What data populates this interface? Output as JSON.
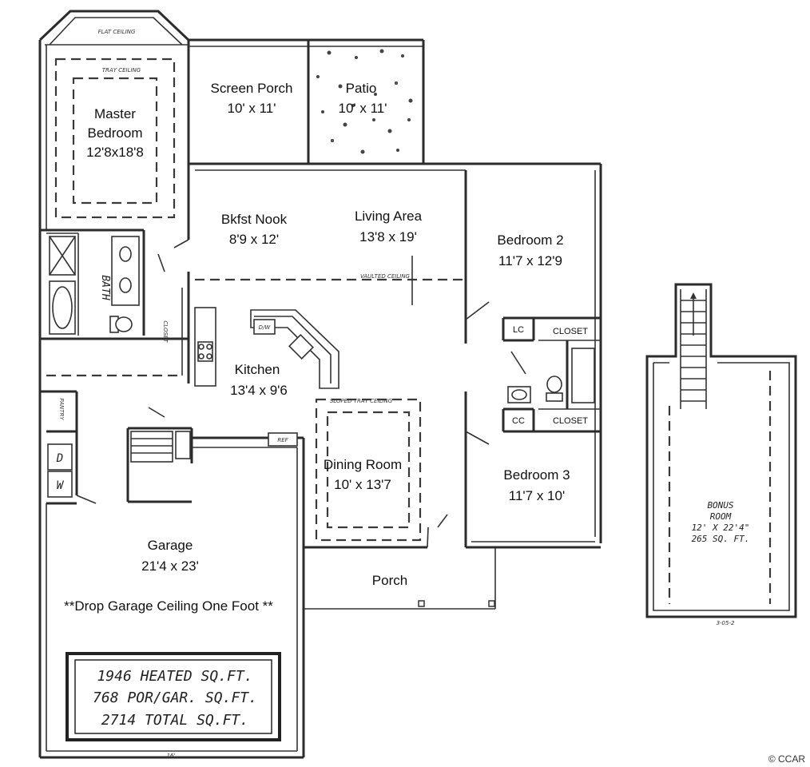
{
  "rooms": {
    "master_bedroom": {
      "name_line1": "Master",
      "name_line2": "Bedroom",
      "size": "12'8x18'8"
    },
    "screen_porch": {
      "name": "Screen Porch",
      "size": "10' x 11'"
    },
    "patio": {
      "name": "Patio",
      "size": "10' x 11'"
    },
    "bkfst_nook": {
      "name": "Bkfst Nook",
      "size": "8'9 x 12'"
    },
    "living_area": {
      "name": "Living Area",
      "size": "13'8 x 19'"
    },
    "bedroom2": {
      "name": "Bedroom 2",
      "size": "11'7 x 12'9"
    },
    "kitchen": {
      "name": "Kitchen",
      "size": "13'4 x 9'6"
    },
    "dining_room": {
      "name": "Dining Room",
      "size": "10' x 13'7"
    },
    "bedroom3": {
      "name": "Bedroom 3",
      "size": "11'7 x 10'"
    },
    "garage": {
      "name": "Garage",
      "size": "21'4 x 23'"
    },
    "porch": {
      "name": "Porch"
    },
    "bonus_room": {
      "line1": "BONUS",
      "line2": "ROOM",
      "line3": "12' X 22'4\"",
      "line4": "265 SQ. FT."
    }
  },
  "notes": {
    "garage_ceiling": "**Drop Garage Ceiling One Foot **",
    "flat_ceiling": "FLAT CEILING",
    "tray_ceiling": "TRAY CEILING",
    "vaulted_ceiling": "VAULTED CEILING",
    "sloped_ceiling": "SLOPED TRAY CEILING",
    "bath": "BATH",
    "closet_vertical": "CLOSET",
    "pantry": "PANTRY",
    "dw": "D/W",
    "ref": "REF",
    "washer": "W",
    "dryer": "D",
    "garage_width": "16'",
    "plan_number": "3-05-2"
  },
  "closets": {
    "lc": "LC",
    "cc": "CC",
    "closet_top": "CLOSET",
    "closet_bottom": "CLOSET"
  },
  "summary": {
    "heated": "1946 HEATED SQ.FT.",
    "por_gar": "768 POR/GAR. SQ.FT.",
    "total": "2714 TOTAL SQ.FT."
  },
  "copyright": "© CCAR"
}
